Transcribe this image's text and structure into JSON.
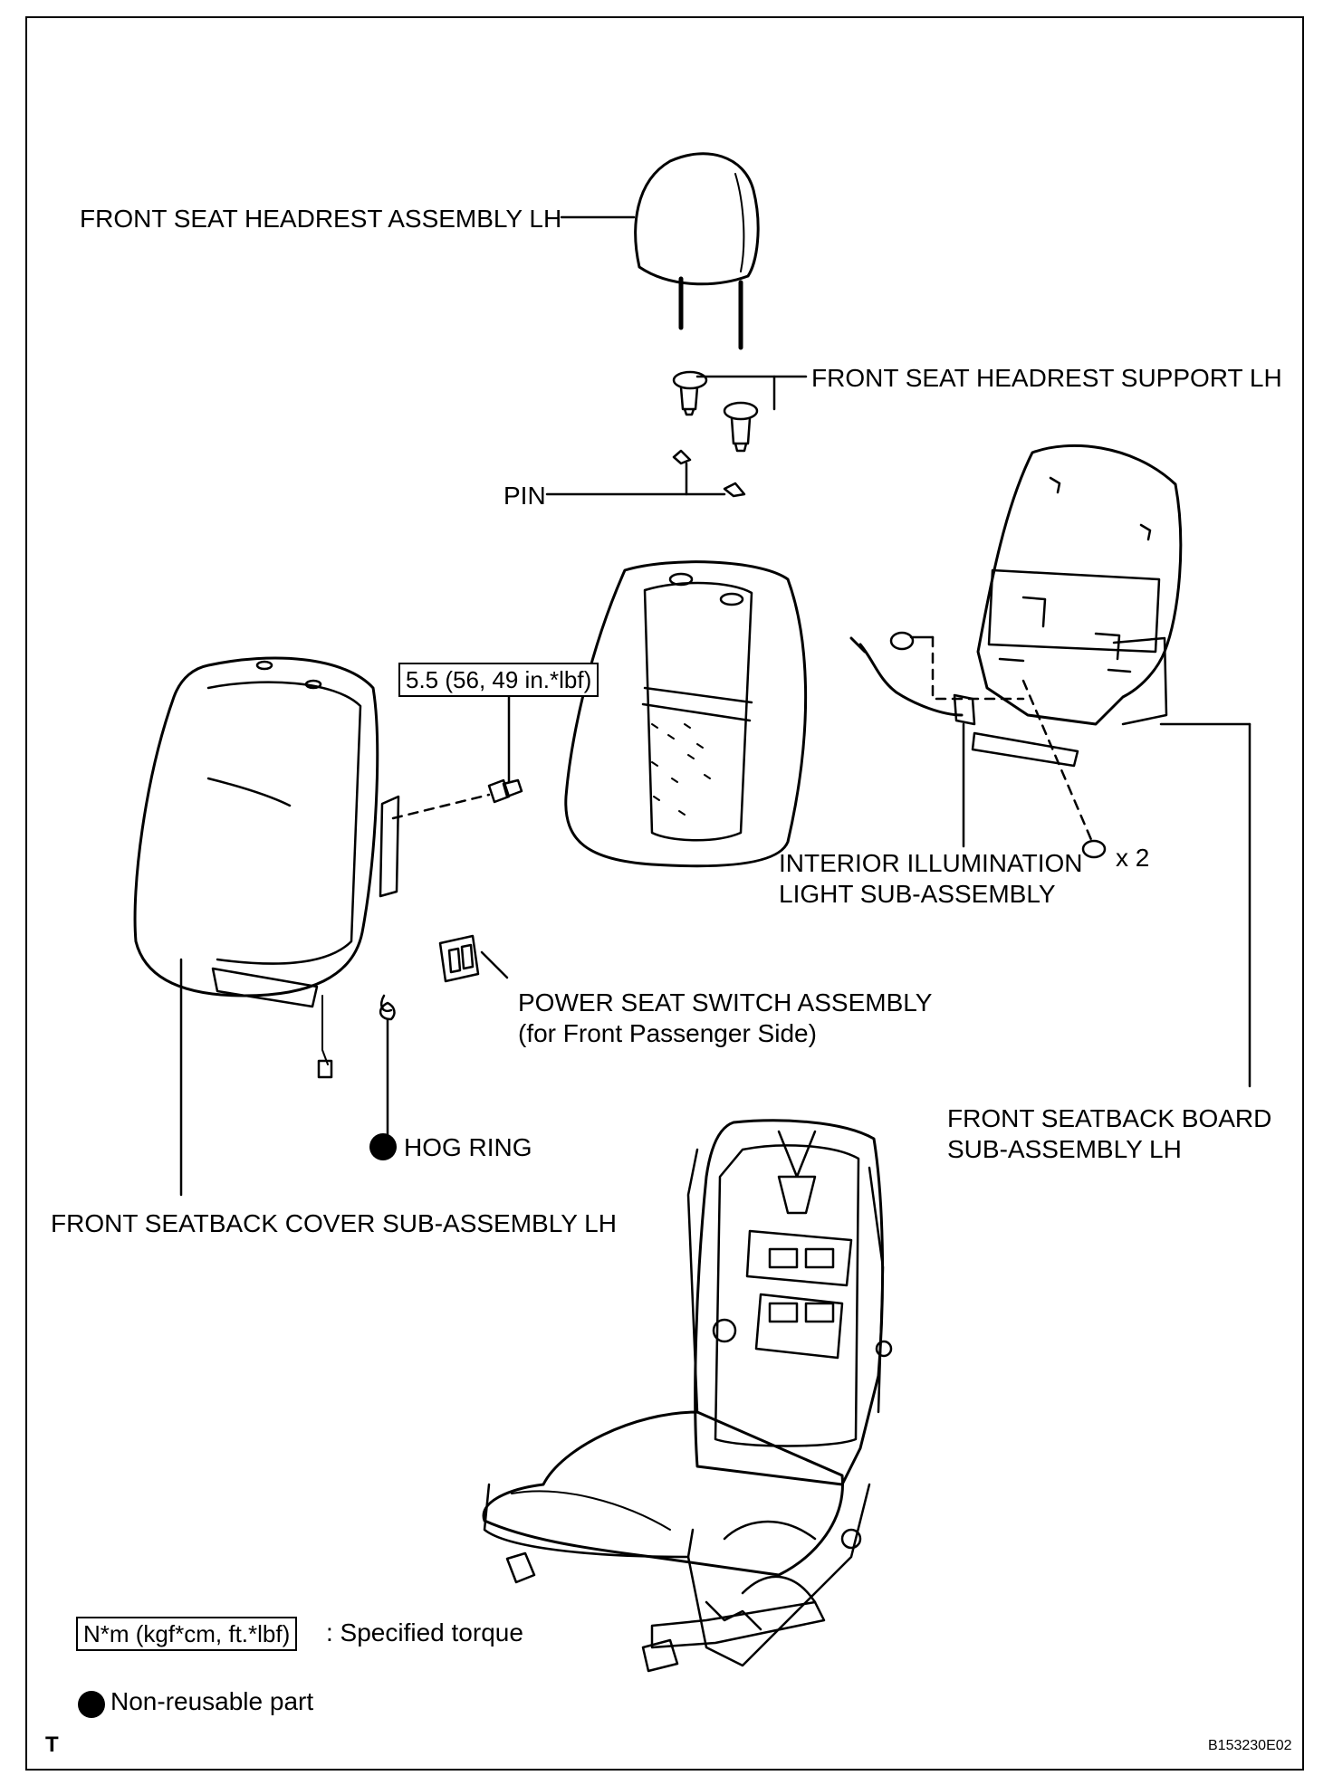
{
  "labels": {
    "headrest": "FRONT SEAT HEADREST ASSEMBLY LH",
    "headrest_support": "FRONT SEAT HEADREST SUPPORT LH",
    "pin": "PIN",
    "torque_spec": "5.5 (56, 49 in.*lbf)",
    "interior_light_line1": "INTERIOR ILLUMINATION",
    "interior_light_line2": "LIGHT SUB-ASSEMBLY",
    "quantity": "x 2",
    "power_seat_switch_line1": "POWER SEAT SWITCH ASSEMBLY",
    "power_seat_switch_line2": "(for Front Passenger Side)",
    "seatback_board_line1": "FRONT SEATBACK BOARD",
    "seatback_board_line2": "SUB-ASSEMBLY LH",
    "hog_ring": "HOG RING",
    "seatback_cover": "FRONT SEATBACK COVER SUB-ASSEMBLY LH"
  },
  "legend": {
    "torque_unit": "N*m (kgf*cm, ft.*lbf)",
    "torque_desc": ": Specified torque",
    "non_reusable": "Non-reusable part"
  },
  "footer": {
    "corner_mark": "T",
    "figure_id": "B153230E02"
  }
}
